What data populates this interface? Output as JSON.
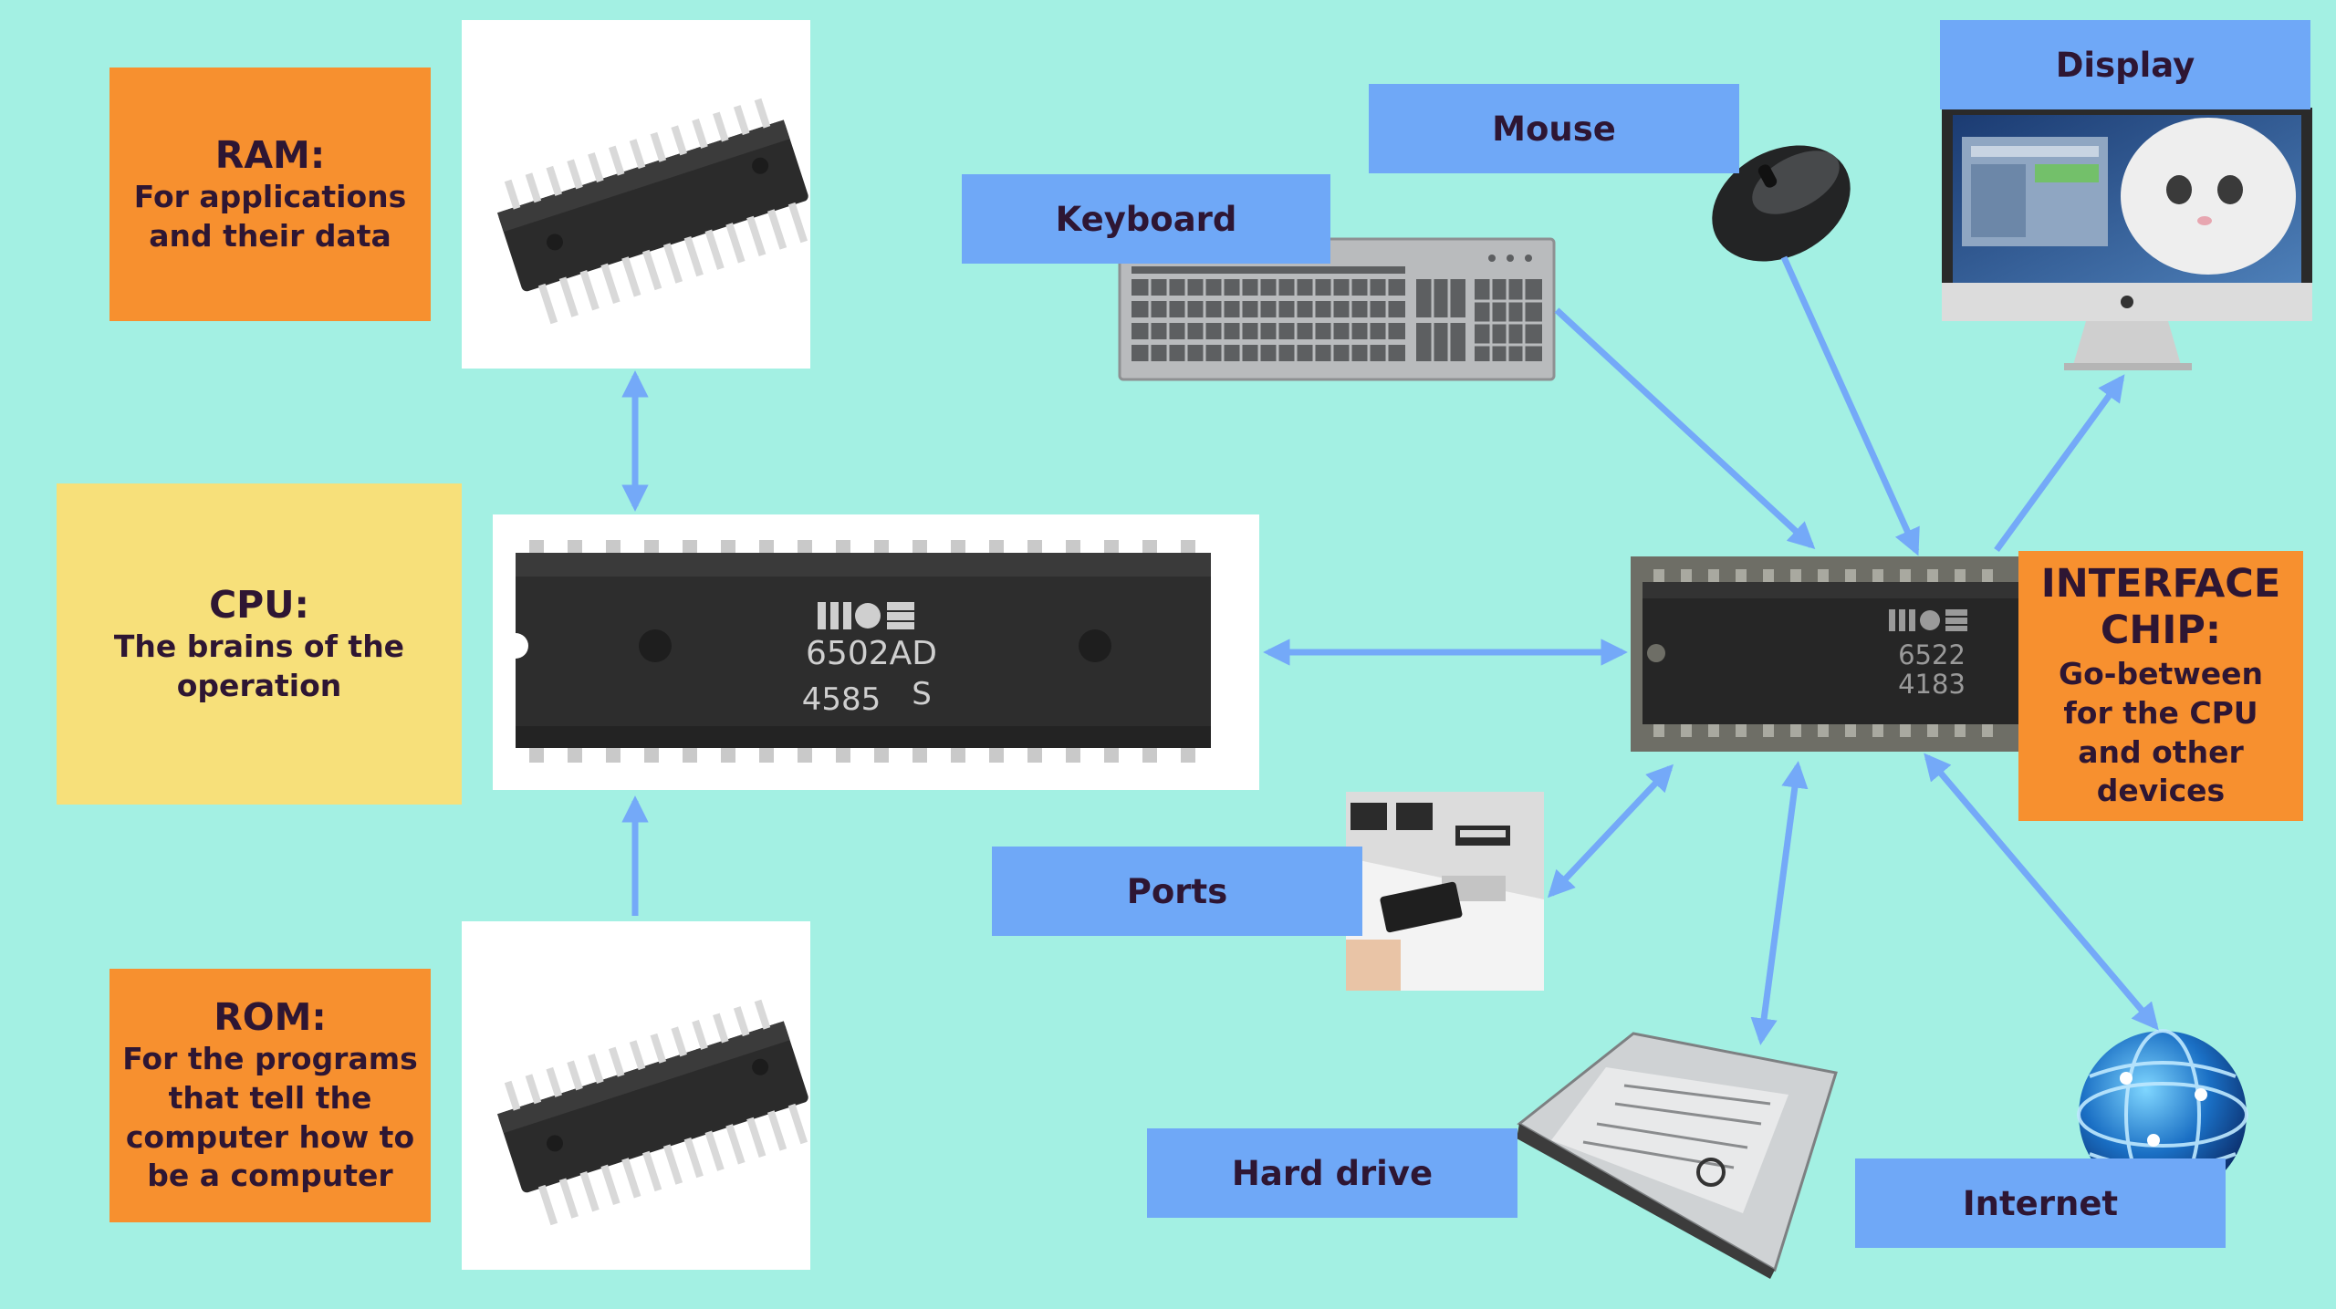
{
  "ram": {
    "title": "RAM:",
    "lines": [
      "For applications",
      "and their data"
    ]
  },
  "cpu": {
    "title": "CPU:",
    "lines": [
      "The brains of the",
      "operation"
    ]
  },
  "rom": {
    "title": "ROM:",
    "lines": [
      "For the programs",
      "that tell the",
      "computer how to",
      "be a computer"
    ]
  },
  "interface": {
    "title_lines": [
      "INTERFACE",
      "CHIP:"
    ],
    "lines": [
      "Go-between",
      "for the CPU",
      "and other",
      "devices"
    ]
  },
  "devices": {
    "mouse": "Mouse",
    "keyboard": "Keyboard",
    "display": "Display",
    "ports": "Ports",
    "hard_drive": "Hard drive",
    "internet": "Internet"
  },
  "cpu_chip": {
    "logo": "mos",
    "model": "6502AD",
    "date": "4585",
    "suffix": "S"
  },
  "interface_chip": {
    "logo": "mos",
    "model": "6522",
    "date": "4183"
  },
  "colors": {
    "background": "#a3f0e3",
    "orange": "#f7902f",
    "yellow": "#f7e07a",
    "blue": "#6fa8f7",
    "arrow": "#74a9f8"
  }
}
